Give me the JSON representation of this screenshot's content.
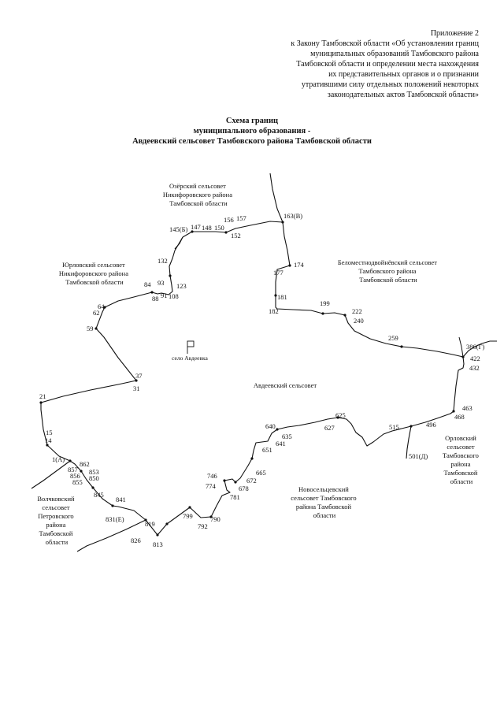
{
  "header": {
    "appendix_lines": [
      "Приложение 2",
      "к Закону Тамбовской области «Об установлении границ",
      "муниципальных образований Тамбовского района",
      "Тамбовской области и определении места нахождения",
      "их представительных органов и о признании",
      "утратившими силу отдельных положений некоторых",
      "законодательных актов Тамбовской области»"
    ]
  },
  "title_lines": [
    "Схема границ",
    "муниципального образования -",
    "Авдеевский сельсовет Тамбовского района Тамбовской области"
  ],
  "map": {
    "center_label": "Авдеевский сельсовет",
    "village_label": "село Авдеевка",
    "regions": [
      {
        "key": "ozersky",
        "lines": [
          "Озёрский сельсовет",
          "Никифоровского района",
          "Тамбовской области"
        ]
      },
      {
        "key": "yurlovsky",
        "lines": [
          "Юрловский сельсовет",
          "Никифоровского района",
          "Тамбовской области"
        ]
      },
      {
        "key": "belomestno",
        "lines": [
          "Беломестнодвойнёвский сельсовет",
          "Тамбовского района",
          "Тамбовской области"
        ]
      },
      {
        "key": "orlovsky",
        "lines": [
          "Орловский",
          "сельсовет",
          "Тамбовского",
          "района",
          "Тамбовской",
          "области"
        ]
      },
      {
        "key": "novoseltsevsky",
        "lines": [
          "Новосельцевский",
          "сельсовет Тамбовского",
          "района Тамбовской",
          "области"
        ]
      },
      {
        "key": "volchkovsky",
        "lines": [
          "Волчковский",
          "сельсовет",
          "Петровского",
          "района",
          "Тамбовской",
          "области"
        ]
      }
    ],
    "points": [
      "145(Б)",
      "147",
      "148",
      "150",
      "156",
      "157",
      "152",
      "163(В)",
      "132",
      "123",
      "93",
      "84",
      "88",
      "91",
      "108",
      "174",
      "177",
      "181",
      "182",
      "199",
      "222",
      "240",
      "259",
      "386(Г)",
      "422",
      "432",
      "463",
      "468",
      "496",
      "501(Д)",
      "515",
      "625",
      "627",
      "640",
      "635",
      "641",
      "651",
      "665",
      "672",
      "678",
      "781",
      "746",
      "774",
      "790",
      "792",
      "799",
      "813",
      "819",
      "826",
      "831(Е)",
      "841",
      "845",
      "850",
      "853",
      "855",
      "856",
      "857",
      "862",
      "1(А)",
      "14",
      "15",
      "21",
      "31",
      "37",
      "59",
      "62",
      "64"
    ]
  }
}
